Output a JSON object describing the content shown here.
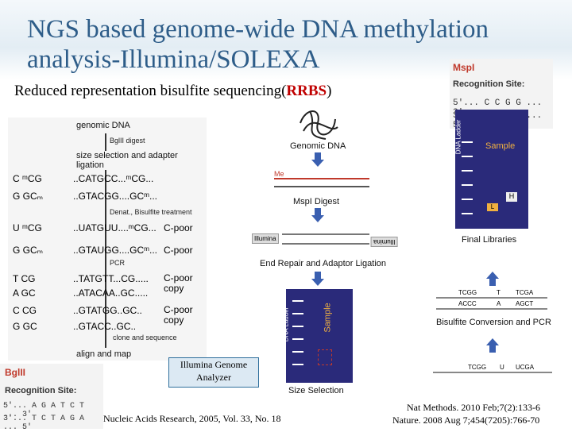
{
  "slide": {
    "title_line1": "NGS based genome-wide DNA methylation",
    "title_line2": "analysis-Illumina/SOLEXA",
    "subtitle_prefix": "Reduced representation bisulfite sequencing(",
    "subtitle_acronym": "RRBS",
    "subtitle_suffix": ")"
  },
  "left_panel": {
    "genomic_dna": "genomic DNA",
    "bglii_digest": "BglII digest",
    "size_selection": "size selection and adapter ligation",
    "denat": "Denat., Bisulfite treatment",
    "pcr": "PCR",
    "clone": "clone and sequence",
    "align": "align and map",
    "rows": [
      {
        "a": "C   ᵐCG",
        "b": "..CATGCC...ᵐCG...",
        "c": ""
      },
      {
        "a": "G   GCₘ",
        "b": "..GTACGG....GCᵐ...",
        "c": ""
      },
      {
        "a": "U   ᵐCG",
        "b": "..UATGUU....ᵐCG...",
        "c": "C-poor"
      },
      {
        "a": "G   GCₘ",
        "b": "..GTAUGG....GCᵐ...",
        "c": "C-poor"
      },
      {
        "a": "T   CG",
        "b": "..TATGTT...CG.....",
        "c": "C-poor copy"
      },
      {
        "a": "A   GC",
        "b": "..ATACAA..GC.....",
        "c": ""
      },
      {
        "a": "C   CG",
        "b": "..GTATGG..GC..",
        "c": "C-poor copy"
      },
      {
        "a": "G   GC",
        "b": "..GTACC..GC..",
        "c": ""
      }
    ]
  },
  "bglii_box": {
    "enzyme": "BglII",
    "recognition": "Recognition Site:",
    "seq_top": "5'... A G A T C T ... 3'",
    "seq_bottom": "3'... T C T A G A ... 5'"
  },
  "mspi_box": {
    "enzyme": "MspI",
    "recognition": "Recognition Site:",
    "seq_top": "5'... C C G G ... 3'",
    "seq_bottom": "3'... G G C C ... 5'"
  },
  "center_panel": {
    "genomic_dna": "Genomic DNA",
    "mspi_digest": "MspI Digest",
    "end_repair": "End Repair and Adaptor Ligation",
    "size_selection": "Size Selection",
    "dna_ladder": "DNA Ladder",
    "sample": "Sample",
    "illumina": "Illumina",
    "me": "Me"
  },
  "right_panel": {
    "final_libraries": "Final Libraries",
    "bisulfite_pcr": "Bisulfite Conversion and PCR",
    "dna_ladder": "DNA Ladder",
    "sample": "Sample",
    "h": "H",
    "l": "L",
    "tcgg": "TCGG",
    "t": "T",
    "tcga": "TCGA",
    "acgg": "ACCC",
    "a": "A",
    "agct": "AGCT",
    "u": "U",
    "ucga": "UCGA"
  },
  "callout": {
    "line1": "Illumina Genome",
    "line2": "Analyzer"
  },
  "citations": {
    "nar": "Nucleic Acids Research, 2005, Vol. 33, No. 18",
    "natmeth": "Nat Methods. 2010 Feb;7(2):133-6",
    "nature": "Nature. 2008 Aug 7;454(7205):766-70"
  },
  "colors": {
    "title": "#2e5d89",
    "accent_red": "#c00000",
    "gel": "#2a2a7a",
    "arrow": "#3a5fb0"
  }
}
